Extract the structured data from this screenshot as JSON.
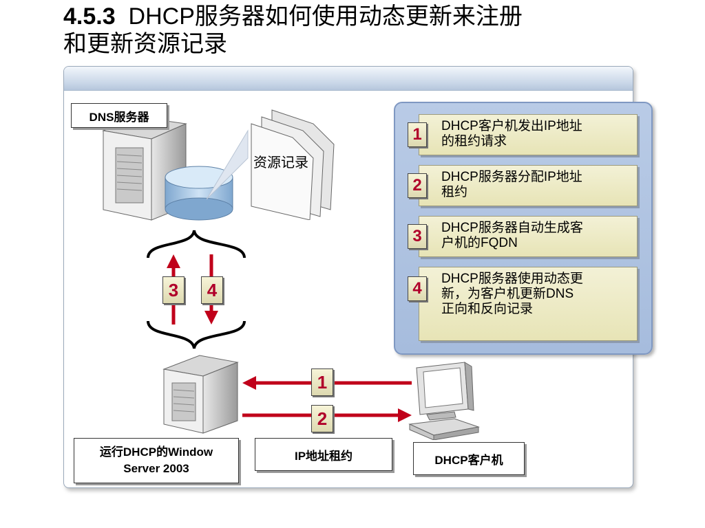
{
  "title": {
    "number": "4.5.3",
    "line1": "DHCP服务器如何使用动态更新来注册",
    "line2": "和更新资源记录"
  },
  "labels": {
    "dns_server": "DNS服务器",
    "resource_records": "资源记录",
    "dhcp_server_line1": "运行DHCP的Window",
    "dhcp_server_line2": "Server 2003",
    "ip_lease": "IP地址租约",
    "dhcp_client": "DHCP客户机"
  },
  "steps": [
    {
      "num": "1",
      "text_line1": "DHCP客户机发出IP地址",
      "text_line2": "的租约请求",
      "text_line3": ""
    },
    {
      "num": "2",
      "text_line1": "DHCP服务器分配IP地址",
      "text_line2": "租约",
      "text_line3": ""
    },
    {
      "num": "3",
      "text_line1": "DHCP服务器自动生成客",
      "text_line2": "户机的FQDN",
      "text_line3": ""
    },
    {
      "num": "4",
      "text_line1": "DHCP服务器使用动态更",
      "text_line2": "新，为客户机更新DNS",
      "text_line3": "正向和反向记录"
    }
  ],
  "arrow_badges": {
    "up": "3",
    "down": "4",
    "left": "1",
    "right": "2"
  },
  "colors": {
    "arrow": "#c0001a",
    "badge_text": "#b0002a",
    "steps_panel": "#a9bedf",
    "step_box": "#ebe8c0"
  }
}
